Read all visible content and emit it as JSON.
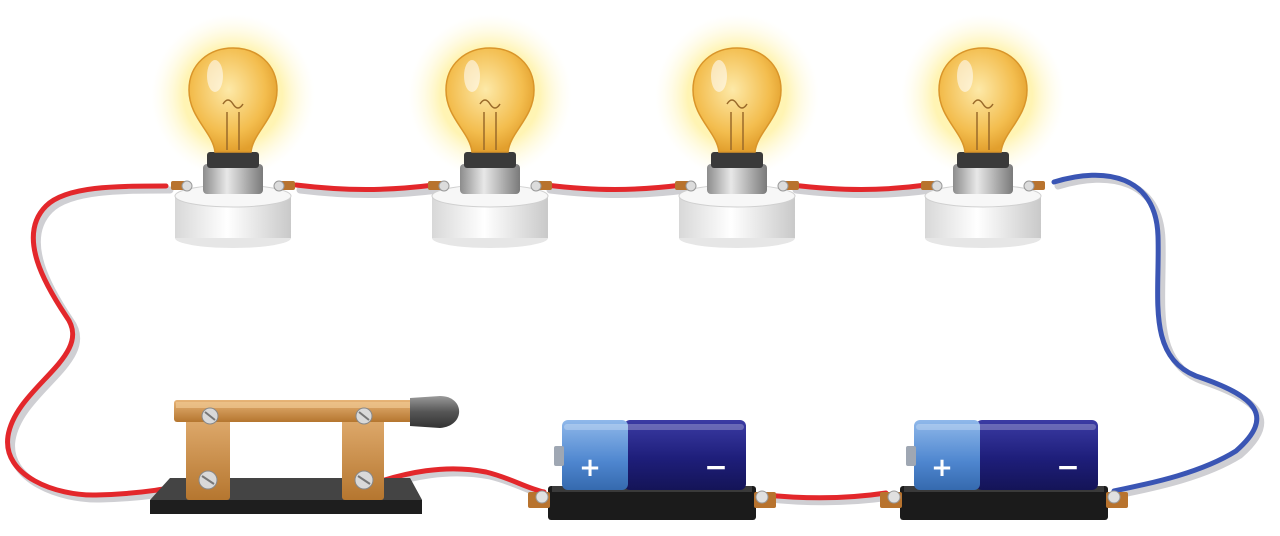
{
  "colors": {
    "background": "#ffffff",
    "wire_red": "#e3272b",
    "wire_blue": "#3a55b4",
    "wire_shadow": "#c9c9cc",
    "bulb_glow": "#fff3a6",
    "bulb_glass": "#f6c453",
    "socket": "#eeeeee",
    "switch_brass": "#c98a3f",
    "switch_base": "#2b2b2b",
    "switch_handle": "#555555",
    "battery_body": "#1e1e7a",
    "battery_cap": "#4e86cf",
    "battery_holder": "#1b1b1b",
    "terminal": "#b8732e"
  },
  "circuit": {
    "bulbs": [
      {
        "id": "bulb-1",
        "state": "lit"
      },
      {
        "id": "bulb-2",
        "state": "lit"
      },
      {
        "id": "bulb-3",
        "state": "lit"
      },
      {
        "id": "bulb-4",
        "state": "lit"
      }
    ],
    "switch": {
      "state": "closed"
    },
    "batteries": [
      {
        "id": "battery-1",
        "positive_label": "+",
        "negative_label": "−"
      },
      {
        "id": "battery-2",
        "positive_label": "+",
        "negative_label": "−"
      }
    ]
  }
}
